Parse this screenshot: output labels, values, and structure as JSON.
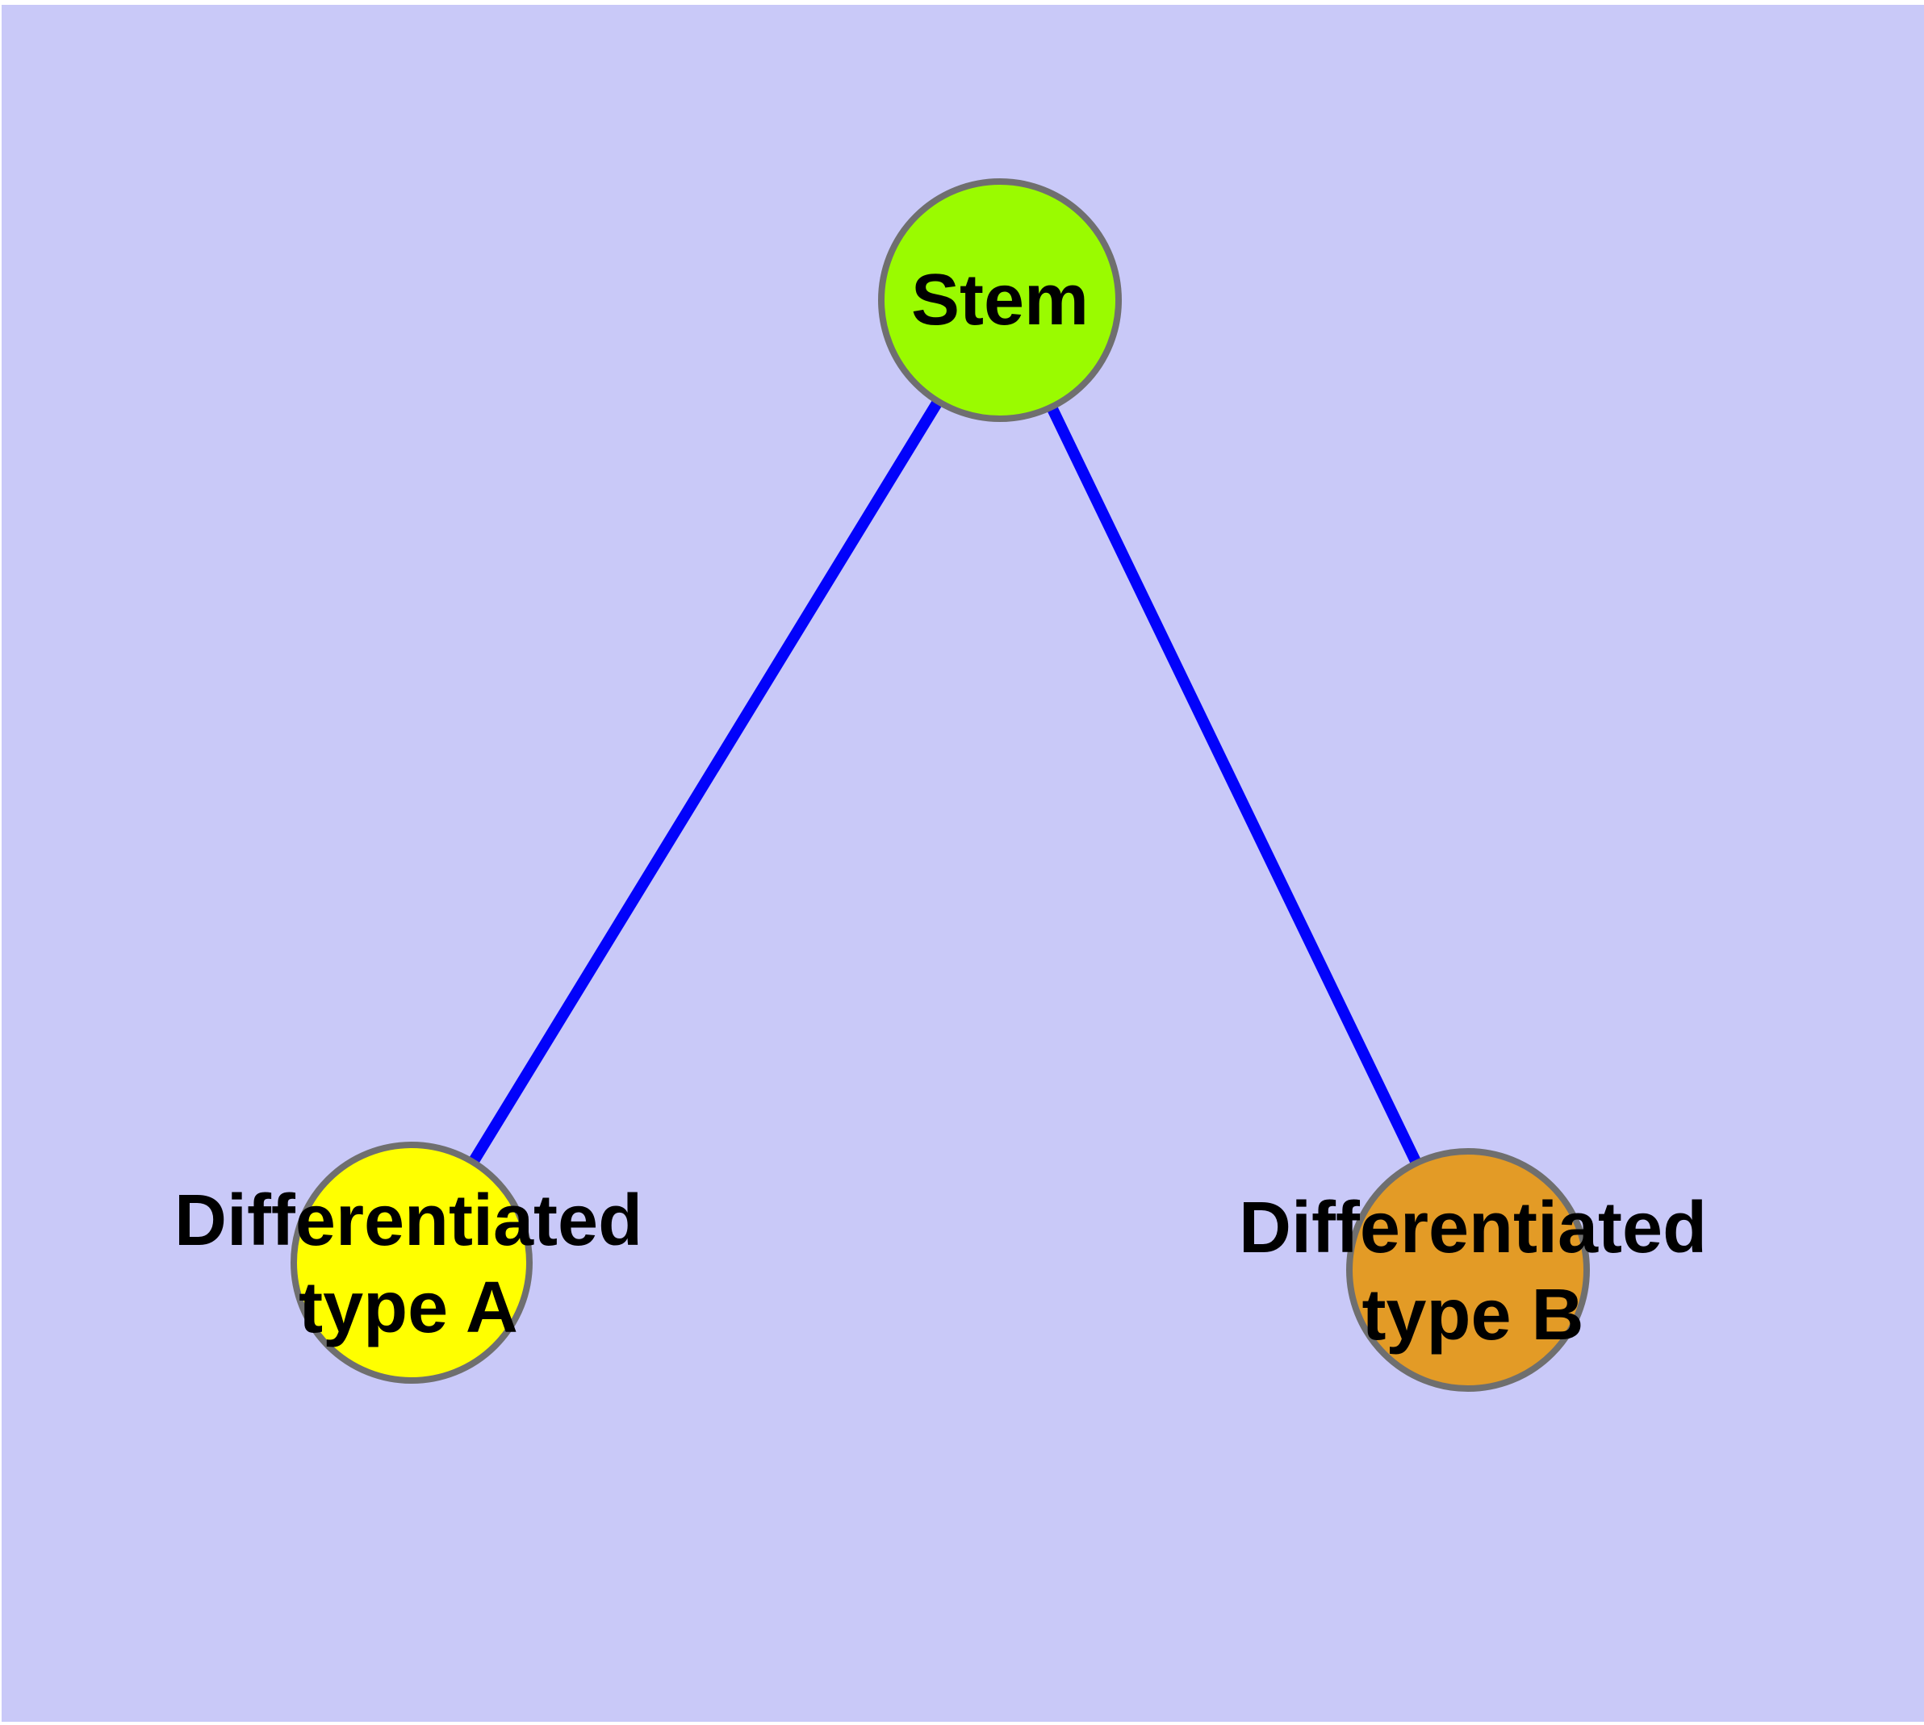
{
  "figure": {
    "type": "node-link-graph",
    "background_color": "#c9c9f8",
    "margin_color": "#ffffff",
    "edge_color": "#0202fb",
    "node_border_color": "#6f6f6f",
    "label_color": "#000000"
  },
  "nodes": [
    {
      "id": "stem",
      "label_line1": "Stem",
      "label_line2": "",
      "fill": "#9afb00"
    },
    {
      "id": "differentiated-a",
      "label_line1": "Differentiated",
      "label_line2": "type A",
      "fill": "#ffff00"
    },
    {
      "id": "differentiated-b",
      "label_line1": "Differentiated",
      "label_line2": "type B",
      "fill": "#e39b26"
    }
  ],
  "edges": [
    {
      "from": "stem",
      "to": "differentiated-a"
    },
    {
      "from": "stem",
      "to": "differentiated-b"
    }
  ]
}
